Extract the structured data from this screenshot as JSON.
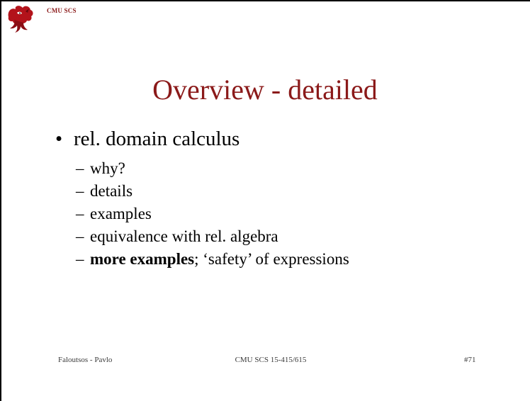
{
  "header": {
    "label": "CMU SCS"
  },
  "slide": {
    "title": "Overview - detailed",
    "bullet": {
      "mark": "•",
      "text": "rel. domain calculus",
      "sub_mark": "–",
      "sub_items": [
        {
          "text": "why?"
        },
        {
          "text": "details"
        },
        {
          "text": "examples"
        },
        {
          "text": "equivalence with rel. algebra"
        },
        {
          "bold": "more examples",
          "rest": "; ‘safety’ of expressions"
        }
      ]
    }
  },
  "footer": {
    "left": "Faloutsos - Pavlo",
    "center": "CMU SCS 15-415/615",
    "right": "#71"
  },
  "colors": {
    "title": "#8b1a1a",
    "header_label": "#8b1a1a",
    "frame": "#000000"
  },
  "icons": {
    "logo": "griffin-logo-icon"
  }
}
